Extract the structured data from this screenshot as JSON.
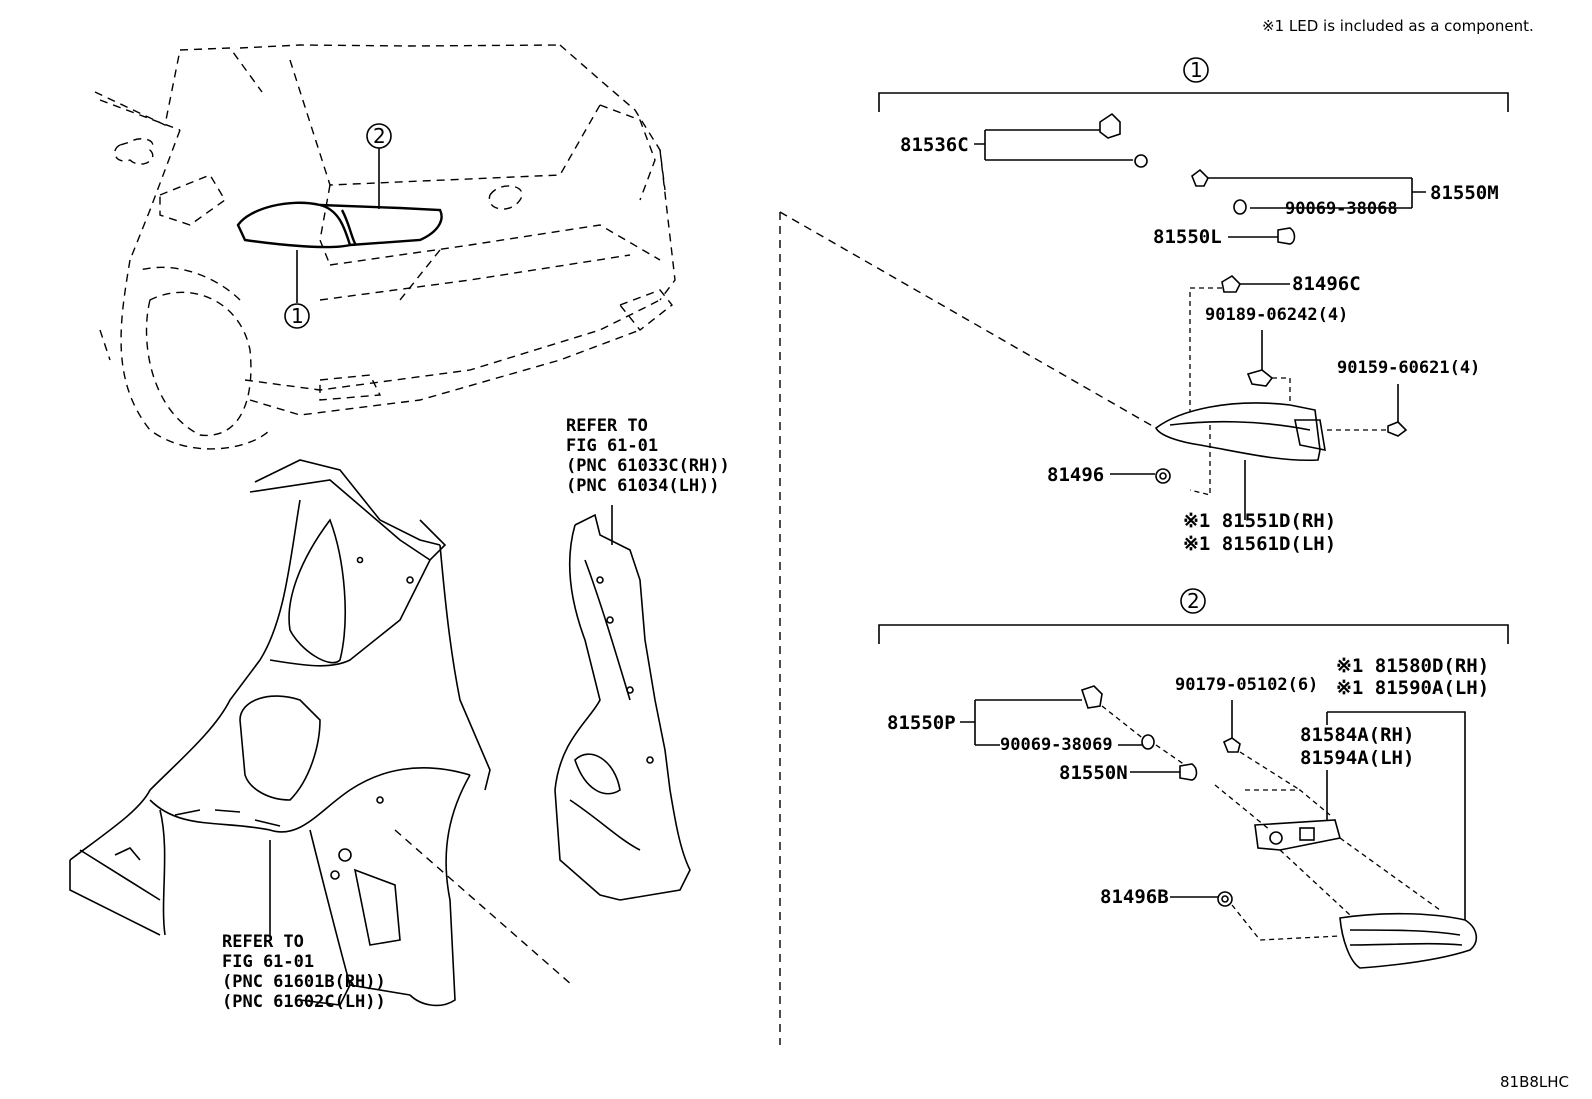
{
  "note": "※1 LED is included as a component.",
  "figure_code": "81B8LHC",
  "callouts": {
    "c1": "1",
    "c2": "2"
  },
  "group1": {
    "marker": "1",
    "parts": {
      "p81536C": "81536C",
      "p81550M": "81550M",
      "p90069_38068": "90069-38068",
      "p81550L": "81550L",
      "p81496C": "81496C",
      "p90189": "90189-06242(4)",
      "p90159": "90159-60621(4)",
      "p81496": "81496",
      "p81551D": "※1 81551D(RH)",
      "p81561D": "※1 81561D(LH)"
    }
  },
  "group2": {
    "marker": "2",
    "parts": {
      "p81580D": "※1 81580D(RH)",
      "p81590A": "※1 81590A(LH)",
      "p90179": "90179-05102(6)",
      "p81550P": "81550P",
      "p90069_38069": "90069-38069",
      "p81550N": "81550N",
      "p81584A": "81584A(RH)",
      "p81594A": "81594A(LH)",
      "p81496B": "81496B"
    }
  },
  "ref_upper": {
    "line1": "REFER TO",
    "line2": "FIG 61-01",
    "line3": "(PNC 61033C(RH))",
    "line4": "(PNC 61034(LH))"
  },
  "ref_lower": {
    "line1": "REFER TO",
    "line2": "FIG 61-01",
    "line3": "(PNC 61601B(RH))",
    "line4": "(PNC 61602C(LH))"
  }
}
